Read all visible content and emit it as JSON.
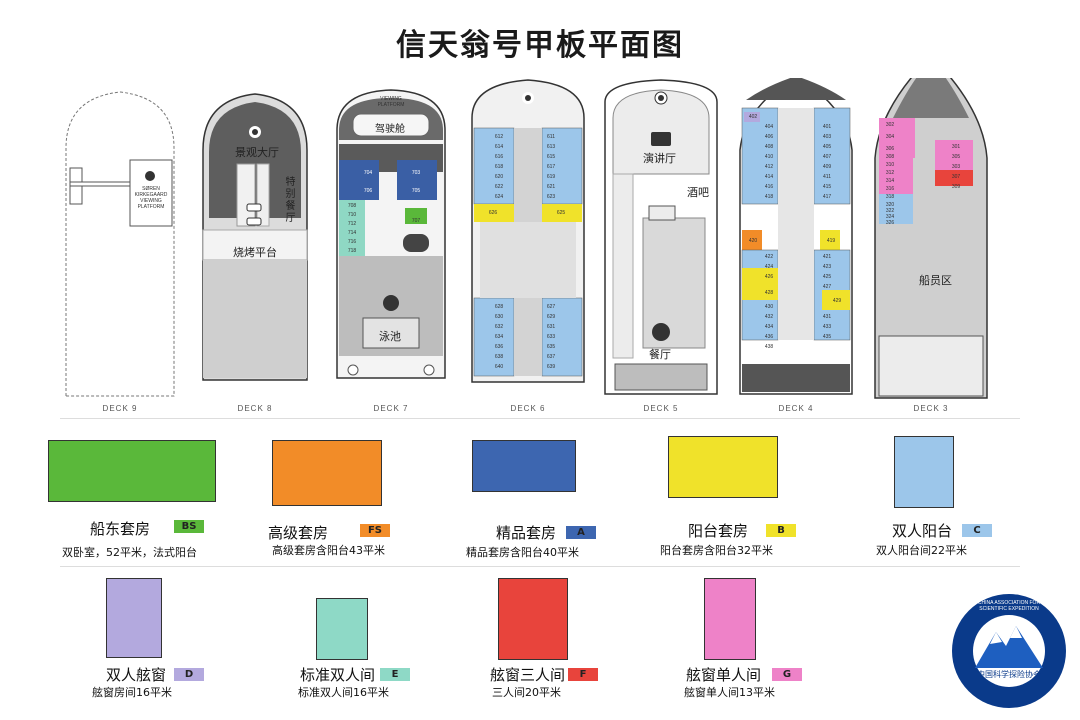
{
  "title": "信天翁号甲板平面图",
  "decks": [
    {
      "label": "DECK 9"
    },
    {
      "label": "DECK 8",
      "zones": [
        "景观大厅",
        "特别餐厅",
        "烧烤平台"
      ]
    },
    {
      "label": "DECK 7",
      "zones": [
        "驾驶舱",
        "泳池"
      ],
      "viewing": "VIEWING PLATFORM"
    },
    {
      "label": "DECK 6"
    },
    {
      "label": "DECK 5",
      "zones": [
        "演讲厅",
        "酒吧",
        "餐厅"
      ]
    },
    {
      "label": "DECK 4"
    },
    {
      "label": "DECK 3",
      "zones": [
        "船员区"
      ]
    }
  ],
  "deck9_sign": "SØREN KIRKEGAARD VIEWING PLATFORM",
  "cabins": [
    {
      "name": "船东套房",
      "code": "BS",
      "color": "#5ab83a",
      "desc": "双卧室，52平米，法式阳台"
    },
    {
      "name": "高级套房",
      "code": "FS",
      "color": "#f28c28",
      "desc": "高级套房含阳台43平米"
    },
    {
      "name": "精品套房",
      "code": "A",
      "color": "#3d66b0",
      "desc": "精品套房含阳台40平米"
    },
    {
      "name": "阳台套房",
      "code": "B",
      "color": "#f0e22a",
      "desc": "阳台套房含阳台32平米"
    },
    {
      "name": "双人阳台",
      "code": "C",
      "color": "#9cc6ea",
      "desc": "双人阳台间22平米"
    },
    {
      "name": "双人舷窗",
      "code": "D",
      "color": "#b3a9de",
      "desc": "舷窗房间16平米"
    },
    {
      "name": "标准双人间",
      "code": "E",
      "color": "#8ed9c6",
      "desc": "标准双人间16平米"
    },
    {
      "name": "舷窗三人间",
      "code": "F",
      "color": "#e8443c",
      "desc": "三人间20平米"
    },
    {
      "name": "舷窗单人间",
      "code": "G",
      "color": "#ee82c8",
      "desc": "舷窗单人间13平米"
    }
  ],
  "deck7_rooms": [
    "704",
    "703",
    "706",
    "705",
    "708",
    "710",
    "712",
    "714",
    "716",
    "718",
    "707"
  ],
  "deck6_rooms_top": [
    "612",
    "611",
    "614",
    "613",
    "616",
    "615",
    "618",
    "617",
    "620",
    "619",
    "622",
    "621",
    "624",
    "623"
  ],
  "deck6_suites": [
    "626",
    "625"
  ],
  "deck6_rooms_bottom": [
    "628",
    "627",
    "630",
    "629",
    "632",
    "631",
    "634",
    "633",
    "636",
    "635",
    "638",
    "637",
    "640",
    "639"
  ],
  "deck4_rooms": [
    "402",
    "404",
    "401",
    "406",
    "403",
    "408",
    "405",
    "410",
    "407",
    "412",
    "409",
    "414",
    "411",
    "416",
    "415",
    "418",
    "417",
    "420",
    "419",
    "422",
    "421",
    "424",
    "423",
    "426",
    "425",
    "427",
    "428",
    "429",
    "430",
    "432",
    "431",
    "434",
    "433",
    "436",
    "435",
    "438"
  ],
  "deck3_rooms": [
    "302",
    "304",
    "306",
    "301",
    "308",
    "305",
    "310",
    "303",
    "312",
    "307",
    "314",
    "316",
    "309",
    "318",
    "320",
    "322",
    "324",
    "326"
  ],
  "logo": {
    "ring_text": "CHINA ASSOCIATION FOR SCIENTIFIC EXPEDITION",
    "center_text": "中国科学探险协会"
  }
}
